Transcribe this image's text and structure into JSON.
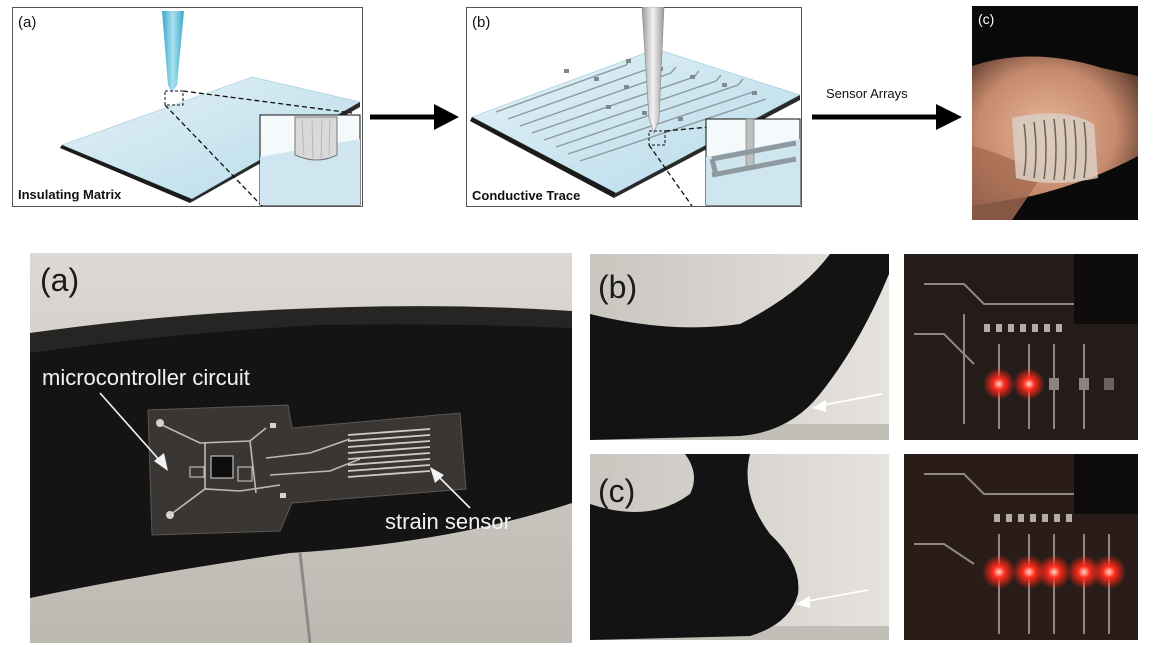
{
  "top_row": {
    "panel_a": {
      "letter": "(a)",
      "caption": "Insulating Matrix"
    },
    "panel_b": {
      "letter": "(b)",
      "caption": "Conductive Trace"
    },
    "arrow_label": "Sensor Arrays",
    "panel_c": {
      "letter": "(c)"
    }
  },
  "bottom_row": {
    "panel_a": {
      "letter": "(a)",
      "label_microcontroller": "microcontroller circuit",
      "label_strain": "strain sensor"
    },
    "panel_b": {
      "letter": "(b)"
    },
    "panel_c": {
      "letter": "(c)"
    }
  },
  "colors": {
    "substrate": "#cfe6f1",
    "nozzle_blue": "#6fc3dc",
    "led_red": "#ff2a1a",
    "arm_black": "#141313",
    "board_dark": "#1d1715"
  },
  "led_state": {
    "elbow_partly_bent_lit": 2,
    "elbow_fully_bent_lit": 5,
    "total_leds": 5
  }
}
